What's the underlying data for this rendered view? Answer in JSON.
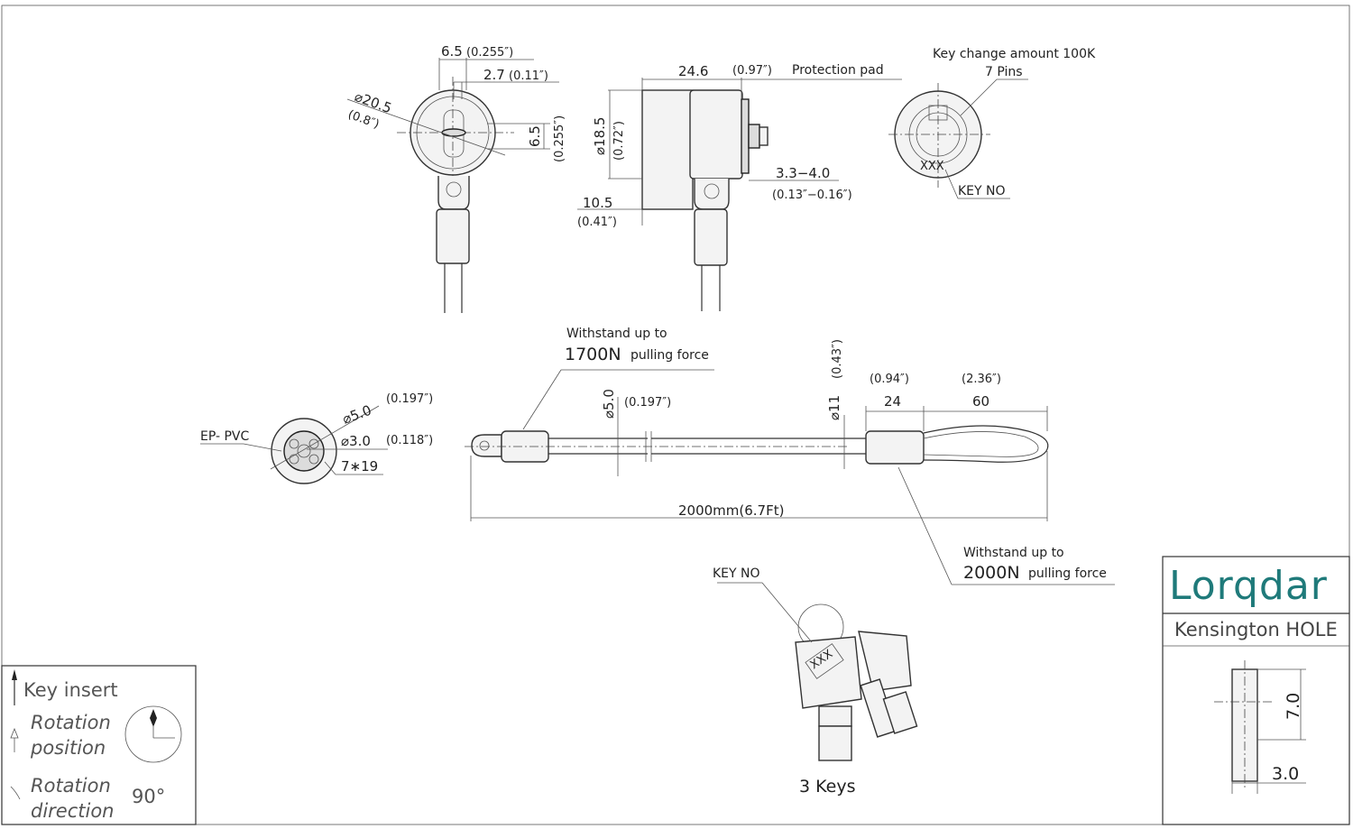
{
  "top_left_view": {
    "dim_width_a": "6.5",
    "dim_width_a_in": "(0.255″)",
    "dim_width_b": "2.7",
    "dim_width_b_in": "(0.11″)",
    "dim_diameter": "⌀20.5",
    "dim_diameter_in": "(0.8″)",
    "dim_height": "6.5",
    "dim_height_in": "(0.255″)"
  },
  "top_side_view": {
    "dim_length": "24.6",
    "dim_length_in": "(0.97″)",
    "label_pad": "Protection pad",
    "dim_dia": "⌀18.5",
    "dim_dia_in": "(0.72″)",
    "dim_gap": "3.3−4.0",
    "dim_gap_in": "(0.13″−0.16″)",
    "dim_tail": "10.5",
    "dim_tail_in": "(0.41″)"
  },
  "key_face_view": {
    "label_key_change": "Key change amount 100K",
    "label_pins": "7 Pins",
    "key_code": "XXX",
    "label_key_no": "KEY NO"
  },
  "cable_section": {
    "label_material": "EP- PVC",
    "dim_outer": "⌀5.0",
    "dim_outer_in": "(0.197″)",
    "dim_inner": "⌀3.0",
    "dim_inner_in": "(0.118″)",
    "dim_strands": "7∗19"
  },
  "cable_view": {
    "note_pull1_line1": "Withstand up to",
    "note_pull1_force": "1700N",
    "note_pull1_rest": "pulling force",
    "dim_cable_dia": "⌀5.0",
    "dim_cable_dia_in": "(0.197″)",
    "dim_sleeve_dia": "⌀11",
    "dim_sleeve_dia_in": "(0.43″)",
    "dim_sleeve_len_in": "(0.94″)",
    "dim_sleeve_len": "24",
    "dim_loop_len_in": "(2.36″)",
    "dim_loop_len": "60",
    "dim_total": "2000mm(6.7Ft)",
    "note_pull2_line1": "Withstand up to",
    "note_pull2_force": "2000N",
    "note_pull2_rest": "pulling force"
  },
  "keys_view": {
    "label_key_no": "KEY NO",
    "key_code": "XXX",
    "caption": "3 Keys"
  },
  "legend": {
    "key_insert": "Key insert",
    "rotation_position_1": "Rotation",
    "rotation_position_2": "position",
    "rotation_direction_1": "Rotation",
    "rotation_direction_2": "direction",
    "rotation_angle": "90°"
  },
  "title_block": {
    "brand": "Lorqdar",
    "subtitle": "Kensington HOLE",
    "dim_height": "7.0",
    "dim_width": "3.0"
  },
  "colors": {
    "brand": "#1f7a7a",
    "line": "#333333"
  }
}
